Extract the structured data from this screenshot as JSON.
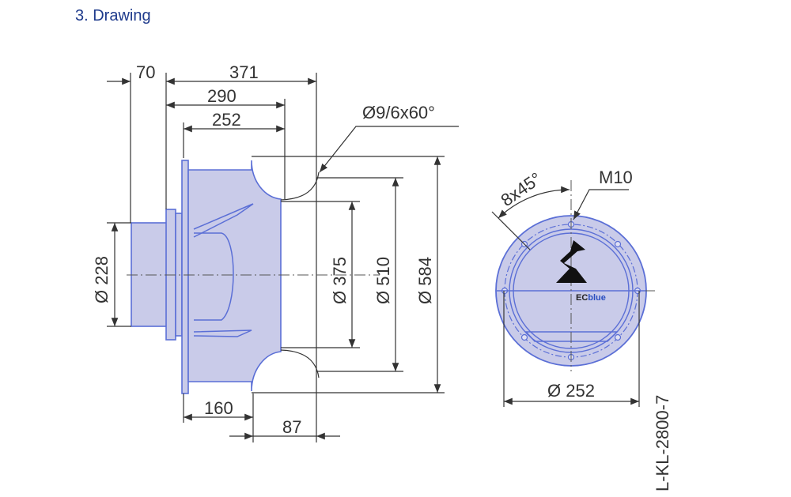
{
  "section_title": "3. Drawing",
  "dimensions": {
    "d70": "70",
    "d371": "371",
    "d290": "290",
    "d252_top": "252",
    "d160": "160",
    "d87": "87",
    "dia228": "Ø 228",
    "dia375": "Ø 375",
    "dia510": "Ø 510",
    "dia584": "Ø 584",
    "holes": "Ø9/6x60°",
    "pattern": "8x45°",
    "thread": "M10",
    "dia252": "Ø 252"
  },
  "logo": {
    "ec": "EC",
    "blue": "blue"
  },
  "drawing_code": "L-KL-2800-7",
  "colors": {
    "title": "#1f3b8c",
    "part_fill": "#c9cbe9",
    "part_edge": "#5b6fd6"
  }
}
